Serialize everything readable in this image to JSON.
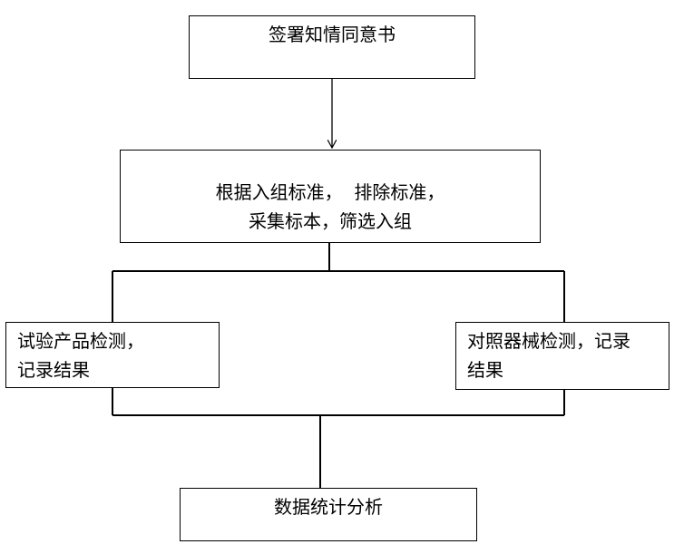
{
  "nodes": {
    "consent": {
      "text": "签署知情同意书"
    },
    "screening": {
      "line1": "根据入组标准，  排除标准，",
      "line2": "采集标本，筛选入组"
    },
    "test_product": {
      "line1": "试验产品检测，",
      "line2": "记录结果"
    },
    "control_device": {
      "line1": "对照器械检测，记录",
      "line2": "结果"
    },
    "statistics": {
      "text": "数据统计分析"
    }
  },
  "colors": {
    "stroke": "#000000",
    "background": "#ffffff"
  }
}
